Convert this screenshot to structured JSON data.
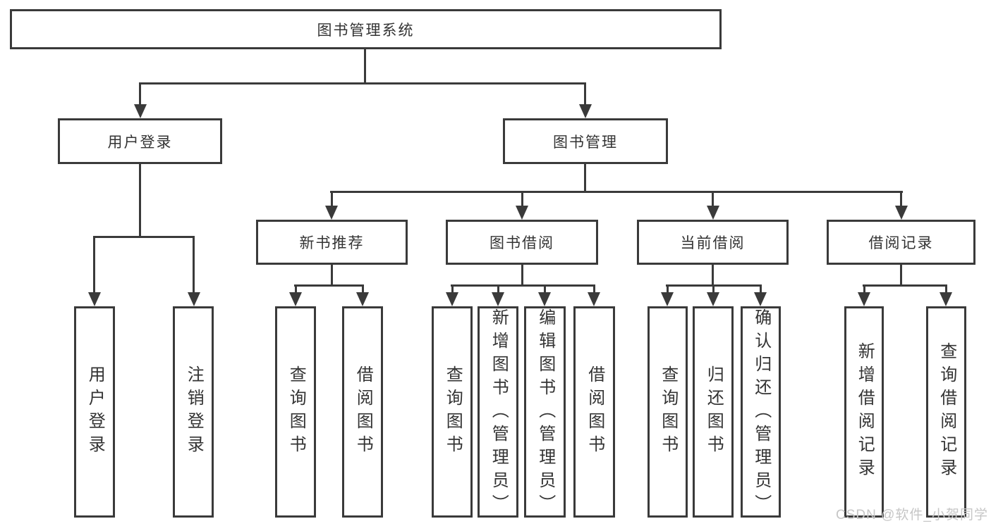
{
  "colors": {
    "line": "#3a3a3a",
    "text": "#333333",
    "watermark": "#c6c6c6",
    "background": "#ffffff"
  },
  "diagram": {
    "root": {
      "label": "图书管理系统"
    },
    "level2": [
      {
        "label": "用户登录"
      },
      {
        "label": "图书管理"
      }
    ],
    "level3": [
      {
        "label": "新书推荐"
      },
      {
        "label": "图书借阅"
      },
      {
        "label": "当前借阅"
      },
      {
        "label": "借阅记录"
      }
    ],
    "leaf_groups": [
      {
        "items": [
          {
            "label": "用户登录"
          },
          {
            "label": "注销登录"
          }
        ]
      },
      {
        "items": [
          {
            "label": "查询图书"
          },
          {
            "label": "借阅图书"
          }
        ]
      },
      {
        "items": [
          {
            "label": "查询图书"
          },
          {
            "label": "新增图书（管理员）"
          },
          {
            "label": "编辑图书（管理员）"
          },
          {
            "label": "借阅图书"
          }
        ]
      },
      {
        "items": [
          {
            "label": "查询图书"
          },
          {
            "label": "归还图书"
          },
          {
            "label": "确认归还（管理员）"
          }
        ]
      },
      {
        "items": [
          {
            "label": "新增借阅记录"
          },
          {
            "label": "查询借阅记录"
          }
        ]
      }
    ]
  },
  "watermark": {
    "text": "CSDN @软件_小贺同学"
  }
}
